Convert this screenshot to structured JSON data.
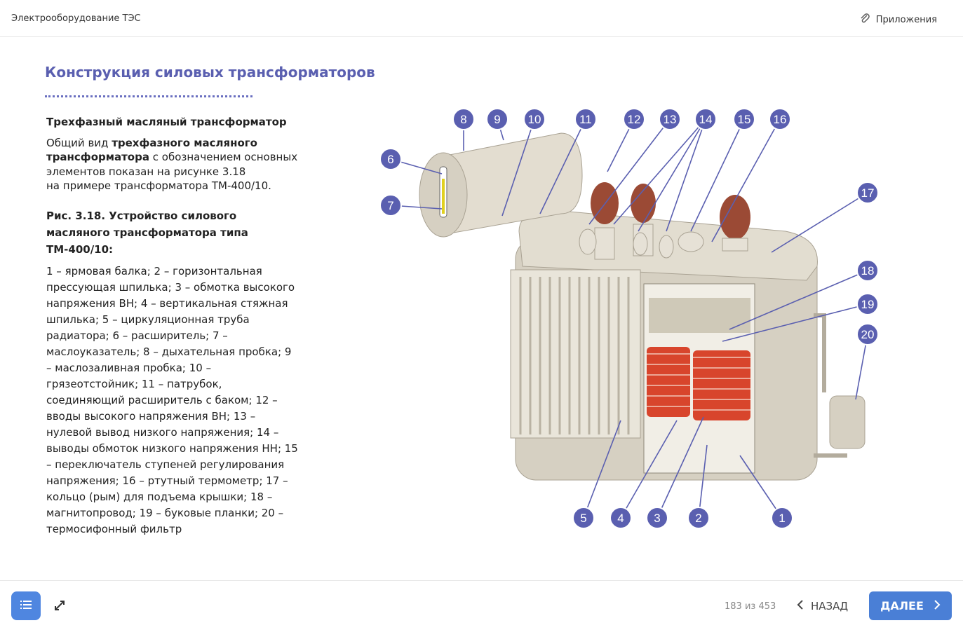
{
  "header": {
    "course_title": "Электрооборудование ТЭС",
    "apps_label": "Приложения"
  },
  "main": {
    "title": "Конструкция силовых трансформаторов",
    "subtitle": "Трехфазный масляный трансформатор",
    "intro": {
      "p1": "Общий вид ",
      "b1": "трехфазного масляного трансформатора",
      "p2": " с обозначением основных элементов показан на рисунке 3.18",
      "p3": "на примере трансформатора ТМ-400/10."
    },
    "caption": "Рис. 3.18. Устройство силового масляного трансформатора типа ТМ-400/10:",
    "legend": "1 – ярмовая балка; 2 – горизонтальная прессующая шпилька; 3 – обмотка высокого напряжения ВН; 4 – вертикальная стяжная шпилька; 5 – циркуляционная труба радиатора; 6 – расширитель; 7 – маслоуказатель; 8 – дыхательная пробка; 9 – маслозаливная пробка; 10 – грязеотстойник; 11 – патрубок, соединяющий расширитель с баком; 12 – вводы высокого напряжения ВН; 13 – нулевой вывод низкого напряжения; 14 – выводы обмоток низкого напряжения НН; 15 – переключатель ступеней регулирования напряжения; 16 – ртутный термометр; 17 – кольцо (рым) для подъема крышки; 18 – магнитопровод; 19 – буковые планки; 20 – термосифонный фильтр"
  },
  "figure": {
    "callouts": [
      "1",
      "2",
      "3",
      "4",
      "5",
      "6",
      "7",
      "8",
      "9",
      "10",
      "11",
      "12",
      "13",
      "14",
      "15",
      "16",
      "17",
      "18",
      "19",
      "20"
    ],
    "accent": "#5a5fb0"
  },
  "footer": {
    "pages": "183 из 453",
    "back_label": "НАЗАД",
    "next_label": "ДАЛЕЕ"
  }
}
